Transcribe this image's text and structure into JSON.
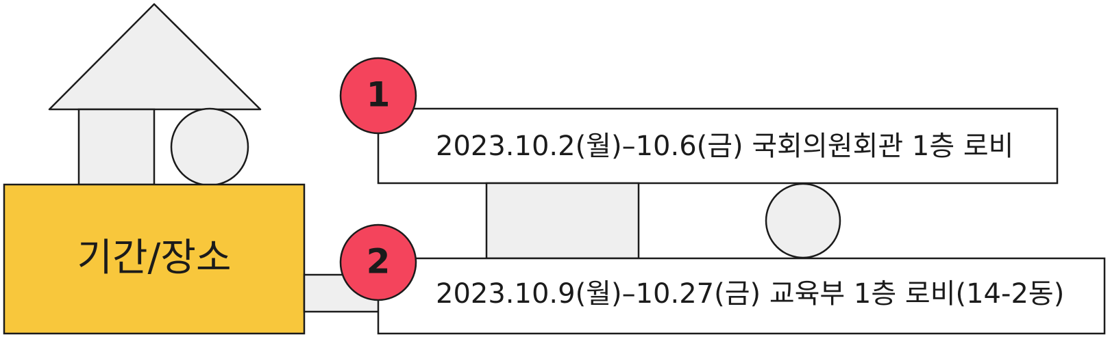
{
  "colors": {
    "stroke": "#1b1b1b",
    "block_fill": "#efefef",
    "main_block_fill": "#f8c73c",
    "badge_fill": "#f4445c",
    "white": "#ffffff"
  },
  "main_label": "기간/장소",
  "items": [
    {
      "number": "1",
      "text": "2023.10.2(월)–10.6(금) 국회의원회관 1층 로비"
    },
    {
      "number": "2",
      "text": "2023.10.9(월)–10.27(금) 교육부 1층 로비(14-2동)"
    }
  ]
}
